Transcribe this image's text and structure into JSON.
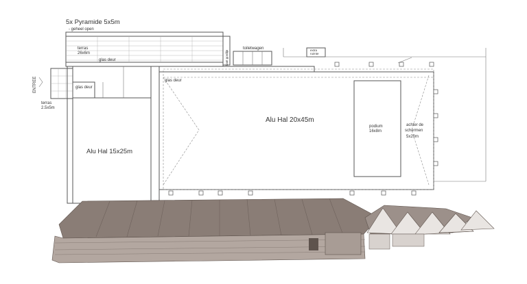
{
  "labels": {
    "pyramid_title": "5x Pyramide 5x5m",
    "pyramid_sub": "- geheel open",
    "terras_main": "terras",
    "terras_main_size": "26x6m",
    "glas_deur": "glas deur",
    "kant_gordijn": "kant gordijn",
    "toiletwagen": "toiletwagen",
    "small_box": "extra",
    "small_box_2": "ruimte",
    "entree": "ENTREE",
    "terras_side": "terras",
    "terras_side_size": "2.5x5m",
    "alu_hal_large": "Alu Hal 20x45m",
    "alu_hal_small": "Alu Hal 15x25m",
    "podium": "podium",
    "podium_size": "16x8m",
    "achter_1": "achter de",
    "achter_2": "schermen",
    "achter_3": "5x20m"
  },
  "colors": {
    "tent_roof": "#8a7d76",
    "tent_wall": "#b3a7a0",
    "tent_dark": "#5e534d",
    "outline": "#555555"
  }
}
